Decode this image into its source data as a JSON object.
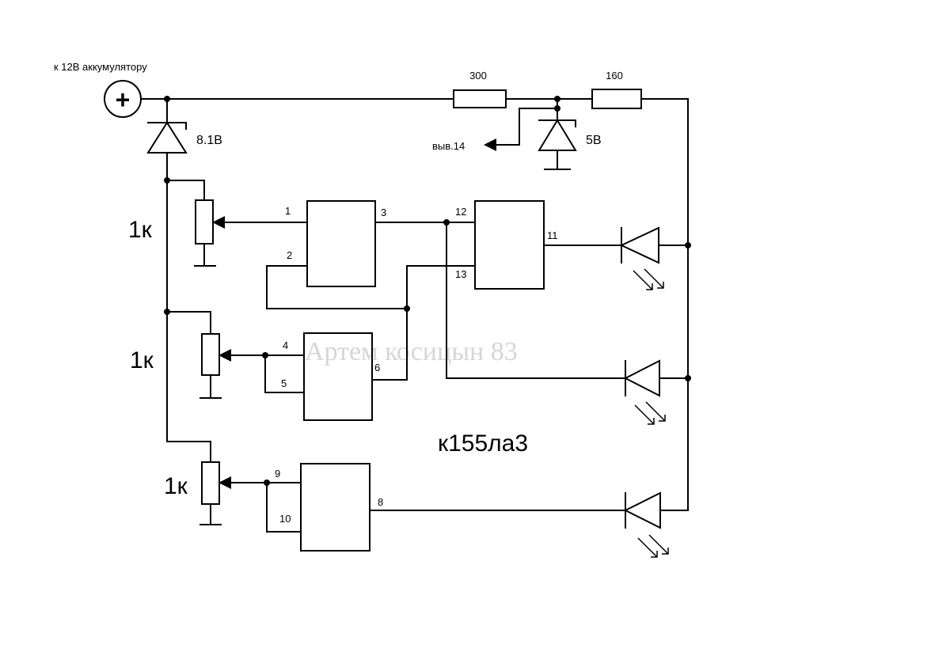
{
  "labels": {
    "battery": "к 12В аккумулятору",
    "plus": "+",
    "zener1": "8.1В",
    "zener2": "5В",
    "res_300": "300",
    "res_160": "160",
    "pin14": "выв.14",
    "pot1": "1к",
    "pot2": "1к",
    "pot3": "1к",
    "chip": "к155ла3",
    "watermark": "Артем косицын 83"
  },
  "pins": [
    "1",
    "2",
    "3",
    "4",
    "5",
    "6",
    "8",
    "9",
    "10",
    "11",
    "12",
    "13"
  ]
}
